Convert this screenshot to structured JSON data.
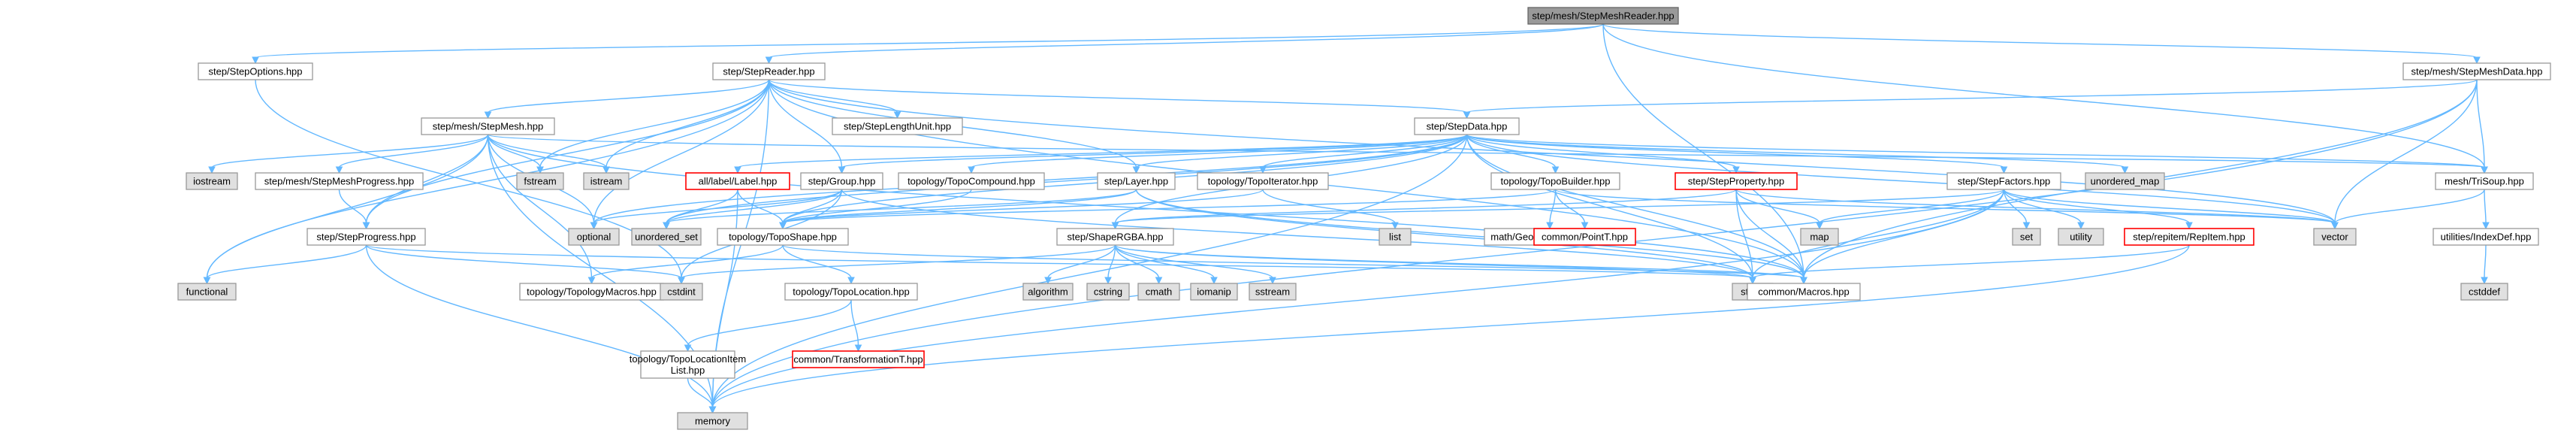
{
  "graph": {
    "title": "",
    "nodes": [
      {
        "id": "root",
        "label": "step/mesh/StepMeshReader.hpp",
        "kind": "root"
      },
      {
        "id": "stepoptions",
        "label": "step/StepOptions.hpp",
        "kind": "normal"
      },
      {
        "id": "stepreader",
        "label": "step/StepReader.hpp",
        "kind": "normal"
      },
      {
        "id": "stepmeshdata",
        "label": "step/mesh/StepMeshData.hpp",
        "kind": "normal"
      },
      {
        "id": "stepmesh",
        "label": "step/mesh/StepMesh.hpp",
        "kind": "normal"
      },
      {
        "id": "steplengthunit",
        "label": "step/StepLengthUnit.hpp",
        "kind": "normal"
      },
      {
        "id": "stepdata",
        "label": "step/StepData.hpp",
        "kind": "normal"
      },
      {
        "id": "iostream",
        "label": "iostream",
        "kind": "std"
      },
      {
        "id": "stepmeshprogress",
        "label": "step/mesh/StepMeshProgress.hpp",
        "kind": "normal"
      },
      {
        "id": "fstream",
        "label": "fstream",
        "kind": "std"
      },
      {
        "id": "istream",
        "label": "istream",
        "kind": "std"
      },
      {
        "id": "alllabel",
        "label": "all/label/Label.hpp",
        "kind": "missing"
      },
      {
        "id": "stepgroup",
        "label": "step/Group.hpp",
        "kind": "normal"
      },
      {
        "id": "topocompound",
        "label": "topology/TopoCompound.hpp",
        "kind": "normal"
      },
      {
        "id": "steplayer",
        "label": "step/Layer.hpp",
        "kind": "normal"
      },
      {
        "id": "topoiterator",
        "label": "topology/TopoIterator.hpp",
        "kind": "normal"
      },
      {
        "id": "topobuilder",
        "label": "topology/TopoBuilder.hpp",
        "kind": "normal"
      },
      {
        "id": "stepproperty",
        "label": "step/StepProperty.hpp",
        "kind": "missing"
      },
      {
        "id": "stepfactors",
        "label": "step/StepFactors.hpp",
        "kind": "normal"
      },
      {
        "id": "unordered_map",
        "label": "unordered_map",
        "kind": "std"
      },
      {
        "id": "trisoup",
        "label": "mesh/TriSoup.hpp",
        "kind": "normal"
      },
      {
        "id": "optional",
        "label": "optional",
        "kind": "std"
      },
      {
        "id": "unordered_set",
        "label": "unordered_set",
        "kind": "std"
      },
      {
        "id": "toposhape",
        "label": "topology/TopoShape.hpp",
        "kind": "normal"
      },
      {
        "id": "list",
        "label": "list",
        "kind": "std"
      },
      {
        "id": "geommacros",
        "label": "math/GeometryMacros.hpp",
        "kind": "normal"
      },
      {
        "id": "pointt",
        "label": "common/PointT.hpp",
        "kind": "missing"
      },
      {
        "id": "map",
        "label": "map",
        "kind": "std"
      },
      {
        "id": "set",
        "label": "set",
        "kind": "std"
      },
      {
        "id": "utility",
        "label": "utility",
        "kind": "std"
      },
      {
        "id": "repitem",
        "label": "step/repitem/RepItem.hpp",
        "kind": "missing"
      },
      {
        "id": "vector",
        "label": "vector",
        "kind": "std"
      },
      {
        "id": "indexdef",
        "label": "utilities/IndexDef.hpp",
        "kind": "normal"
      },
      {
        "id": "stepprogress",
        "label": "step/StepProgress.hpp",
        "kind": "normal"
      },
      {
        "id": "shapergba",
        "label": "step/ShapeRGBA.hpp",
        "kind": "normal"
      },
      {
        "id": "functional",
        "label": "functional",
        "kind": "std"
      },
      {
        "id": "topomacros",
        "label": "topology/TopologyMacros.hpp",
        "kind": "normal"
      },
      {
        "id": "cstdint",
        "label": "cstdint",
        "kind": "std"
      },
      {
        "id": "topolocation",
        "label": "topology/TopoLocation.hpp",
        "kind": "normal"
      },
      {
        "id": "algorithm",
        "label": "algorithm",
        "kind": "std"
      },
      {
        "id": "cstring",
        "label": "cstring",
        "kind": "std"
      },
      {
        "id": "cmath",
        "label": "cmath",
        "kind": "std"
      },
      {
        "id": "iomanip",
        "label": "iomanip",
        "kind": "std"
      },
      {
        "id": "sstream",
        "label": "sstream",
        "kind": "std"
      },
      {
        "id": "string",
        "label": "string",
        "kind": "std"
      },
      {
        "id": "macros",
        "label": "common/Macros.hpp",
        "kind": "normal"
      },
      {
        "id": "cstddef",
        "label": "cstddef",
        "kind": "std"
      },
      {
        "id": "topolocationitemlist",
        "label": "topology/TopoLocationItem\nList.hpp",
        "kind": "normal"
      },
      {
        "id": "transformationt",
        "label": "common/TransformationT.hpp",
        "kind": "missing"
      },
      {
        "id": "memory",
        "label": "memory",
        "kind": "std"
      }
    ],
    "edges": [
      [
        "root",
        "stepoptions"
      ],
      [
        "root",
        "stepreader"
      ],
      [
        "root",
        "stepmeshdata"
      ],
      [
        "root",
        "trisoup"
      ],
      [
        "root",
        "macros"
      ],
      [
        "stepoptions",
        "cstdint"
      ],
      [
        "stepreader",
        "stepmesh"
      ],
      [
        "stepreader",
        "steplengthunit"
      ],
      [
        "stepreader",
        "stepdata"
      ],
      [
        "stepreader",
        "stepgroup"
      ],
      [
        "stepreader",
        "steplayer"
      ],
      [
        "stepreader",
        "stepprogress"
      ],
      [
        "stepreader",
        "fstream"
      ],
      [
        "stepreader",
        "istream"
      ],
      [
        "stepreader",
        "optional"
      ],
      [
        "stepreader",
        "functional"
      ],
      [
        "stepreader",
        "memory"
      ],
      [
        "stepreader",
        "vector"
      ],
      [
        "stepreader",
        "macros"
      ],
      [
        "stepmeshdata",
        "stepdata"
      ],
      [
        "stepmeshdata",
        "trisoup"
      ],
      [
        "stepmeshdata",
        "vector"
      ],
      [
        "stepmeshdata",
        "memory"
      ],
      [
        "stepmeshdata",
        "macros"
      ],
      [
        "stepmesh",
        "iostream"
      ],
      [
        "stepmesh",
        "stepmeshprogress"
      ],
      [
        "stepmesh",
        "fstream"
      ],
      [
        "stepmesh",
        "istream"
      ],
      [
        "stepmesh",
        "optional"
      ],
      [
        "stepmesh",
        "functional"
      ],
      [
        "stepmesh",
        "memory"
      ],
      [
        "stepmesh",
        "trisoup"
      ],
      [
        "stepmesh",
        "topomacros"
      ],
      [
        "stepmesh",
        "stepprogress"
      ],
      [
        "stepmesh",
        "macros"
      ],
      [
        "stepmeshprogress",
        "stepprogress"
      ],
      [
        "stepdata",
        "alllabel"
      ],
      [
        "stepdata",
        "stepgroup"
      ],
      [
        "stepdata",
        "topocompound"
      ],
      [
        "stepdata",
        "steplayer"
      ],
      [
        "stepdata",
        "topoiterator"
      ],
      [
        "stepdata",
        "topobuilder"
      ],
      [
        "stepdata",
        "stepproperty"
      ],
      [
        "stepdata",
        "stepfactors"
      ],
      [
        "stepdata",
        "unordered_map"
      ],
      [
        "stepdata",
        "trisoup"
      ],
      [
        "stepdata",
        "toposhape"
      ],
      [
        "stepdata",
        "shapergba"
      ],
      [
        "stepdata",
        "string"
      ],
      [
        "stepdata",
        "vector"
      ],
      [
        "stepdata",
        "memory"
      ],
      [
        "stepdata",
        "optional"
      ],
      [
        "stepdata",
        "unordered_set"
      ],
      [
        "stepdata",
        "macros"
      ],
      [
        "alllabel",
        "toposhape"
      ],
      [
        "alllabel",
        "unordered_set"
      ],
      [
        "alllabel",
        "memory"
      ],
      [
        "stepgroup",
        "toposhape"
      ],
      [
        "stepgroup",
        "string"
      ],
      [
        "stepgroup",
        "cstdint"
      ],
      [
        "stepgroup",
        "unordered_set"
      ],
      [
        "stepgroup",
        "optional"
      ],
      [
        "topocompound",
        "toposhape"
      ],
      [
        "steplayer",
        "toposhape"
      ],
      [
        "steplayer",
        "string"
      ],
      [
        "steplayer",
        "unordered_set"
      ],
      [
        "steplayer",
        "macros"
      ],
      [
        "topoiterator",
        "toposhape"
      ],
      [
        "topoiterator",
        "list"
      ],
      [
        "topobuilder",
        "toposhape"
      ],
      [
        "topobuilder",
        "geommacros"
      ],
      [
        "topobuilder",
        "pointt"
      ],
      [
        "topobuilder",
        "vector"
      ],
      [
        "stepproperty",
        "shapergba"
      ],
      [
        "stepproperty",
        "string"
      ],
      [
        "stepproperty",
        "map"
      ],
      [
        "stepproperty",
        "macros"
      ],
      [
        "stepproperty",
        "vector"
      ],
      [
        "stepfactors",
        "map"
      ],
      [
        "stepfactors",
        "set"
      ],
      [
        "stepfactors",
        "utility"
      ],
      [
        "stepfactors",
        "repitem"
      ],
      [
        "stepfactors",
        "vector"
      ],
      [
        "stepfactors",
        "string"
      ],
      [
        "stepfactors",
        "macros"
      ],
      [
        "stepfactors",
        "memory"
      ],
      [
        "stepfactors",
        "shapergba"
      ],
      [
        "repitem",
        "string"
      ],
      [
        "repitem",
        "memory"
      ],
      [
        "trisoup",
        "vector"
      ],
      [
        "trisoup",
        "indexdef"
      ],
      [
        "indexdef",
        "cstddef"
      ],
      [
        "toposhape",
        "topomacros"
      ],
      [
        "toposhape",
        "topolocation"
      ],
      [
        "toposhape",
        "macros"
      ],
      [
        "stepprogress",
        "functional"
      ],
      [
        "stepprogress",
        "cstdint"
      ],
      [
        "stepprogress",
        "string"
      ],
      [
        "stepprogress",
        "memory"
      ],
      [
        "shapergba",
        "cstdint"
      ],
      [
        "shapergba",
        "algorithm"
      ],
      [
        "shapergba",
        "cstring"
      ],
      [
        "shapergba",
        "cmath"
      ],
      [
        "shapergba",
        "iomanip"
      ],
      [
        "shapergba",
        "sstream"
      ],
      [
        "shapergba",
        "string"
      ],
      [
        "shapergba",
        "macros"
      ],
      [
        "topolocation",
        "topolocationitemlist"
      ],
      [
        "topolocation",
        "transformationt"
      ],
      [
        "topolocationitemlist",
        "memory"
      ]
    ]
  }
}
